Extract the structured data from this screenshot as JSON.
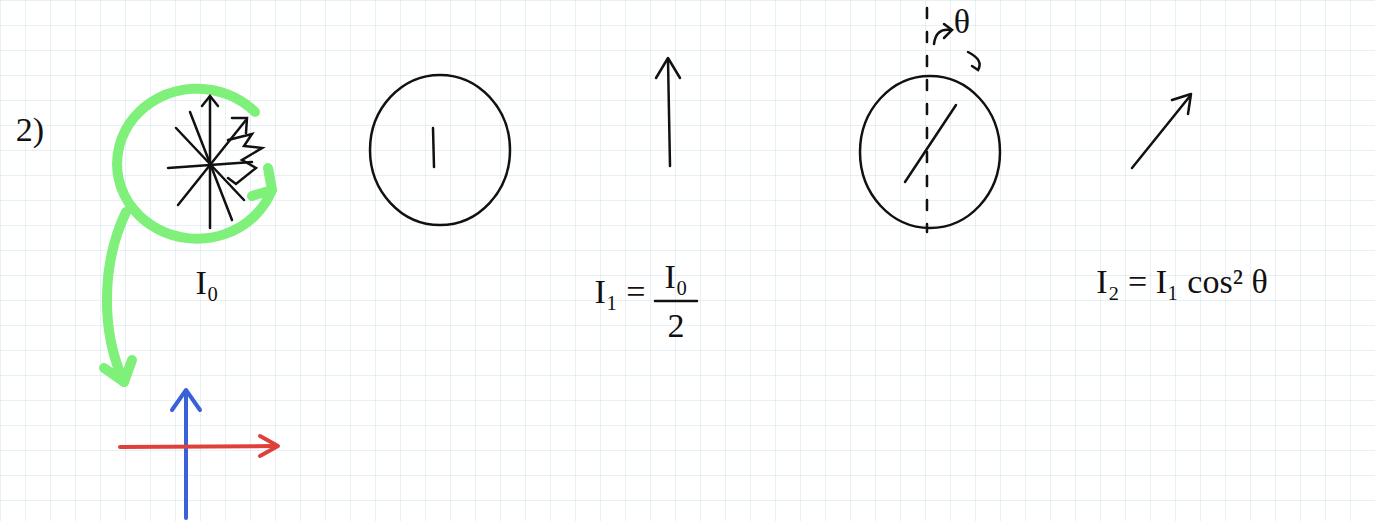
{
  "diagram": {
    "labels": [
      "2)",
      "I₀",
      "I₁ =",
      "I₀",
      "2",
      "θ",
      "I₂ = I₁ cos² θ"
    ]
  }
}
